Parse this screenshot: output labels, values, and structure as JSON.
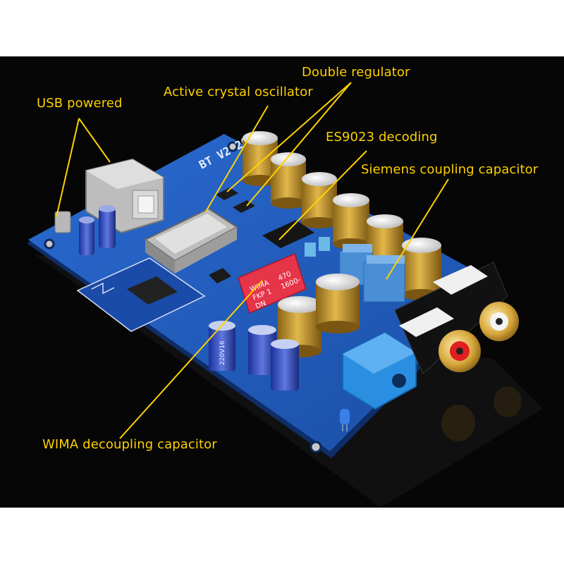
{
  "callouts": {
    "usb_powered": "USB powered",
    "crystal_oscillator": "Active crystal oscillator",
    "double_regulator": "Double regulator",
    "es9023": "ES9023 decoding",
    "siemens": "Siemens coupling capacitor",
    "wima_decoupling": "WIMA decoupling capacitor"
  },
  "board": {
    "silkscreen": "BT V2 2018",
    "wima_cap": [
      "WIMA",
      "FKP 1",
      "DN"
    ],
    "wima_cap_value": [
      "470",
      "1600-"
    ],
    "small_cap": "220V16"
  },
  "colors": {
    "background": "#060606",
    "pcb": "#1d58b8",
    "callout": "#ffd200",
    "cap_gold": "#c69a2c",
    "wima_red": "#e63448",
    "siemens_blue": "#4a8fd6"
  }
}
